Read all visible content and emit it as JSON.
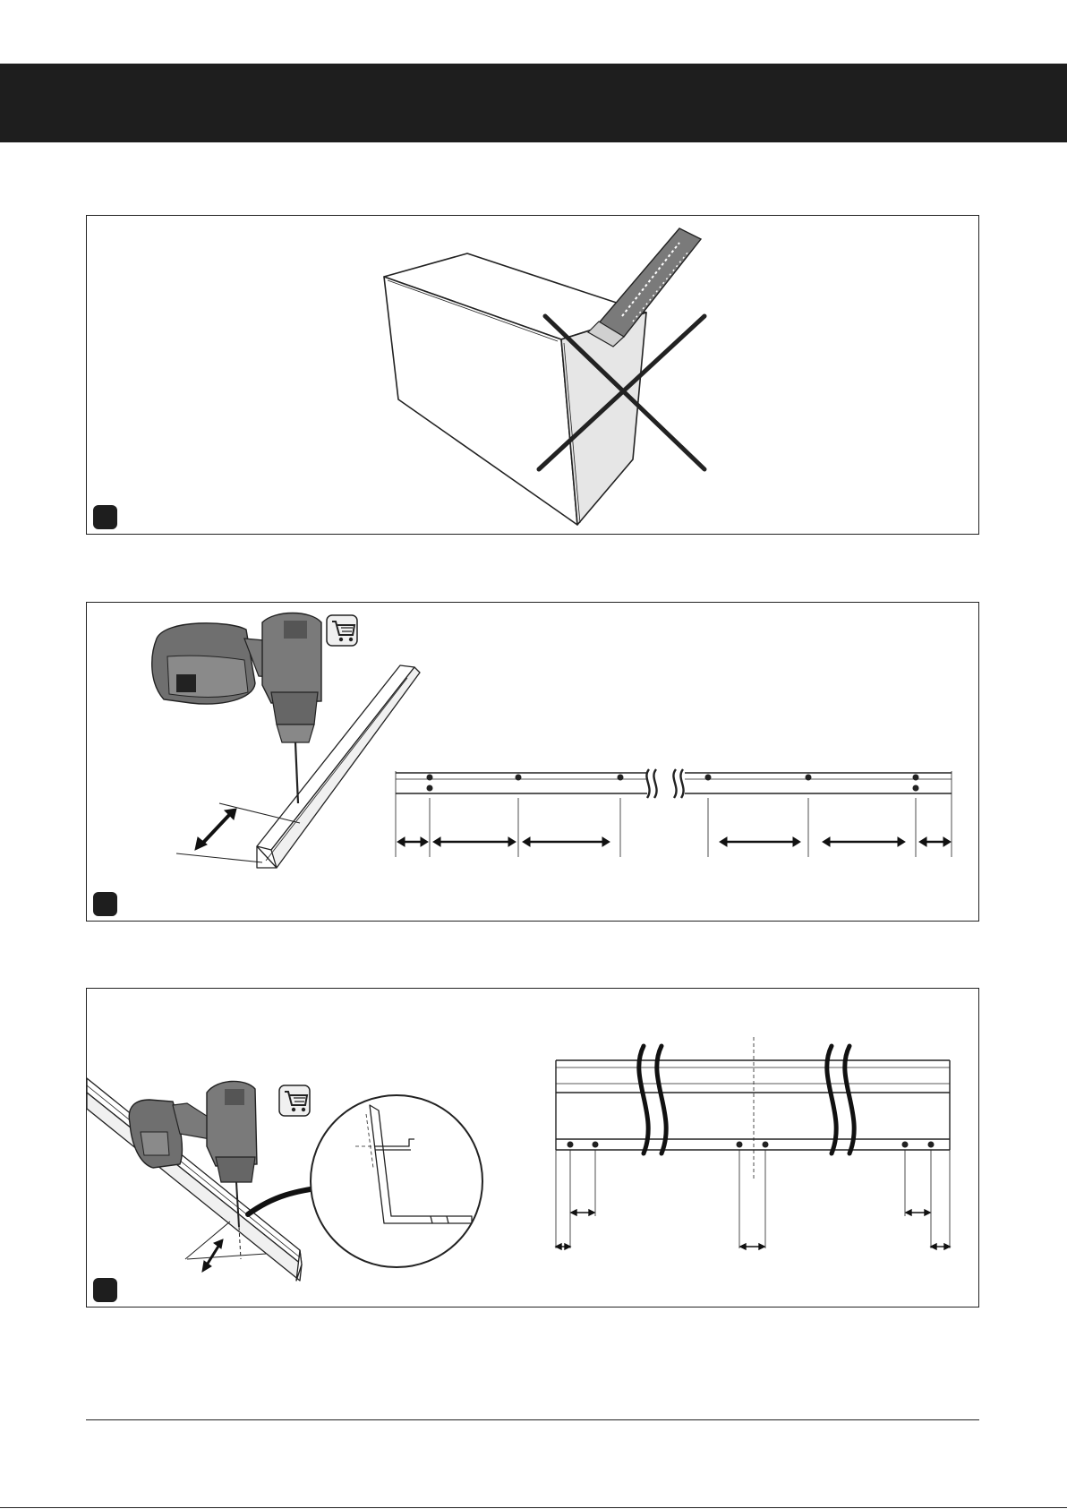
{
  "header": {
    "background": "#1e1e1e"
  },
  "panels": [
    {
      "id": "step-1",
      "subject": "box-open-without-knife"
    },
    {
      "id": "step-2",
      "subject": "drill-front-rail-hole-spacing"
    },
    {
      "id": "step-3",
      "subject": "drill-rear-rail-hole-spacing"
    }
  ],
  "icons": {
    "cart": "shopping-cart-icon",
    "drill": "cordless-drill-icon",
    "knife": "utility-knife-icon",
    "prohibited": "cross-prohibited-icon"
  },
  "colors": {
    "ink": "#222222",
    "tool_grey": "#6f6f6f",
    "shade": "#e6e6e6"
  }
}
